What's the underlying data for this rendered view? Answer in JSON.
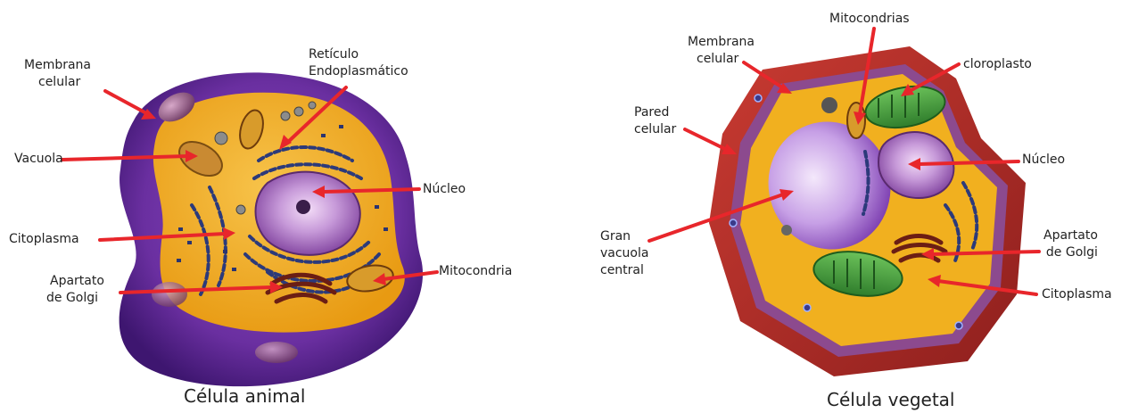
{
  "colors": {
    "arrow": "#e8262b",
    "animal_membrane": "#6a2fa0",
    "animal_cytoplasm": "#f2a81c",
    "plant_wall": "#b2302b",
    "plant_cytoplasm": "#f1b01f",
    "chloroplast": "#3f9a3c",
    "vacuole": "#b98be0",
    "nucleus": "#9a5db8"
  },
  "animal_cell": {
    "caption": "Célula animal",
    "labels": {
      "membrana_celular": [
        "Membrana",
        "celular"
      ],
      "reticulo": [
        "Retículo",
        "Endoplasmático"
      ],
      "vacuola": "Vacuola",
      "nucleo": "Núcleo",
      "citoplasma": "Citoplasma",
      "mitocondria": "Mitocondria",
      "golgi": [
        "Apartato",
        "de Golgi"
      ]
    }
  },
  "plant_cell": {
    "caption": "Célula vegetal",
    "labels": {
      "mitocondrias": "Mitocondrias",
      "membrana_celular": [
        "Membrana",
        "celular"
      ],
      "cloroplasto": "cloroplasto",
      "pared_celular": [
        "Pared",
        "celular"
      ],
      "nucleo": "Núcleo",
      "vacuola_central": [
        "Gran",
        "vacuola",
        "central"
      ],
      "golgi": [
        "Apartato",
        "de Golgi"
      ],
      "citoplasma": "Citoplasma"
    }
  }
}
